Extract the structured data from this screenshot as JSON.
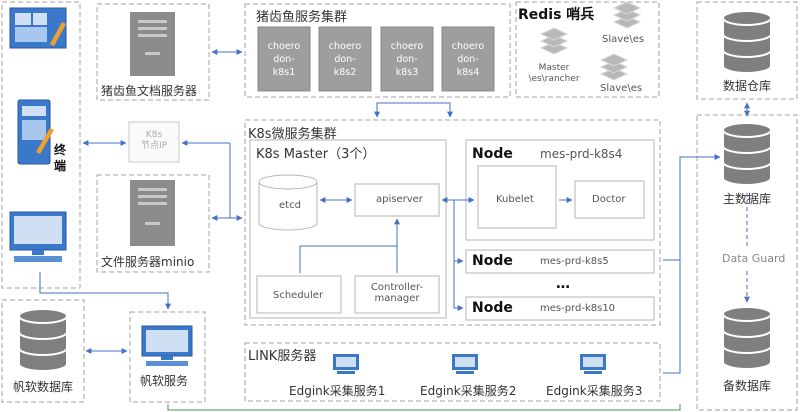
{
  "colors": {
    "arrow": "#4472c4",
    "dash": "#999999",
    "podFill": "#9e9e9e",
    "server": "#8c8c8c",
    "db": "#7f7f7f",
    "icon": "#3a78c9",
    "ground": "#4a9a4a"
  },
  "groups": {
    "zcy_cluster": "猪齿鱼服务集群",
    "redis": "Redis 哨兵",
    "k8s_cluster": "K8s微服务集群",
    "k8s_master": "K8s Master（3个）",
    "link": "LINK服务器"
  },
  "pods": [
    {
      "lines": [
        "choero",
        "don-",
        "k8s1"
      ]
    },
    {
      "lines": [
        "choero",
        "don-",
        "k8s2"
      ]
    },
    {
      "lines": [
        "choero",
        "don-",
        "k8s3"
      ]
    },
    {
      "lines": [
        "choero",
        "don-",
        "k8s4"
      ]
    }
  ],
  "redis_nodes": {
    "master": [
      "Master",
      "\\es\\rancher"
    ],
    "slave1": "Slave\\es",
    "slave2": "Slave\\es"
  },
  "servers": {
    "doc": "猪齿鱼文档服务器",
    "file": "文件服务器minio",
    "k8s_node_ip": [
      "K8s",
      "节点IP"
    ]
  },
  "terminal": [
    "终",
    "端"
  ],
  "master_components": {
    "etcd": "etcd",
    "apiserver": "apiserver",
    "scheduler": "Scheduler",
    "controller": [
      "Controller-",
      "manager"
    ]
  },
  "nodes": [
    {
      "label": "Node",
      "name": "mes-prd-k8s4",
      "components": [
        "Kubelet",
        "Doctor"
      ]
    },
    {
      "label": "Node",
      "name": "mes-prd-k8s5"
    },
    {
      "label": "Node",
      "name": "mes-prd-k8s10"
    }
  ],
  "ellipsis": "…",
  "databases": {
    "warehouse": "数据仓库",
    "main": "主数据库",
    "backup": "备数据库",
    "fanruan": "帆软数据库",
    "data_guard": "Data Guard"
  },
  "fanruan_service": "帆软服务",
  "edgink": [
    "Edgink采集服务1",
    "Edgink采集服务2",
    "Edgink采集服务3"
  ]
}
